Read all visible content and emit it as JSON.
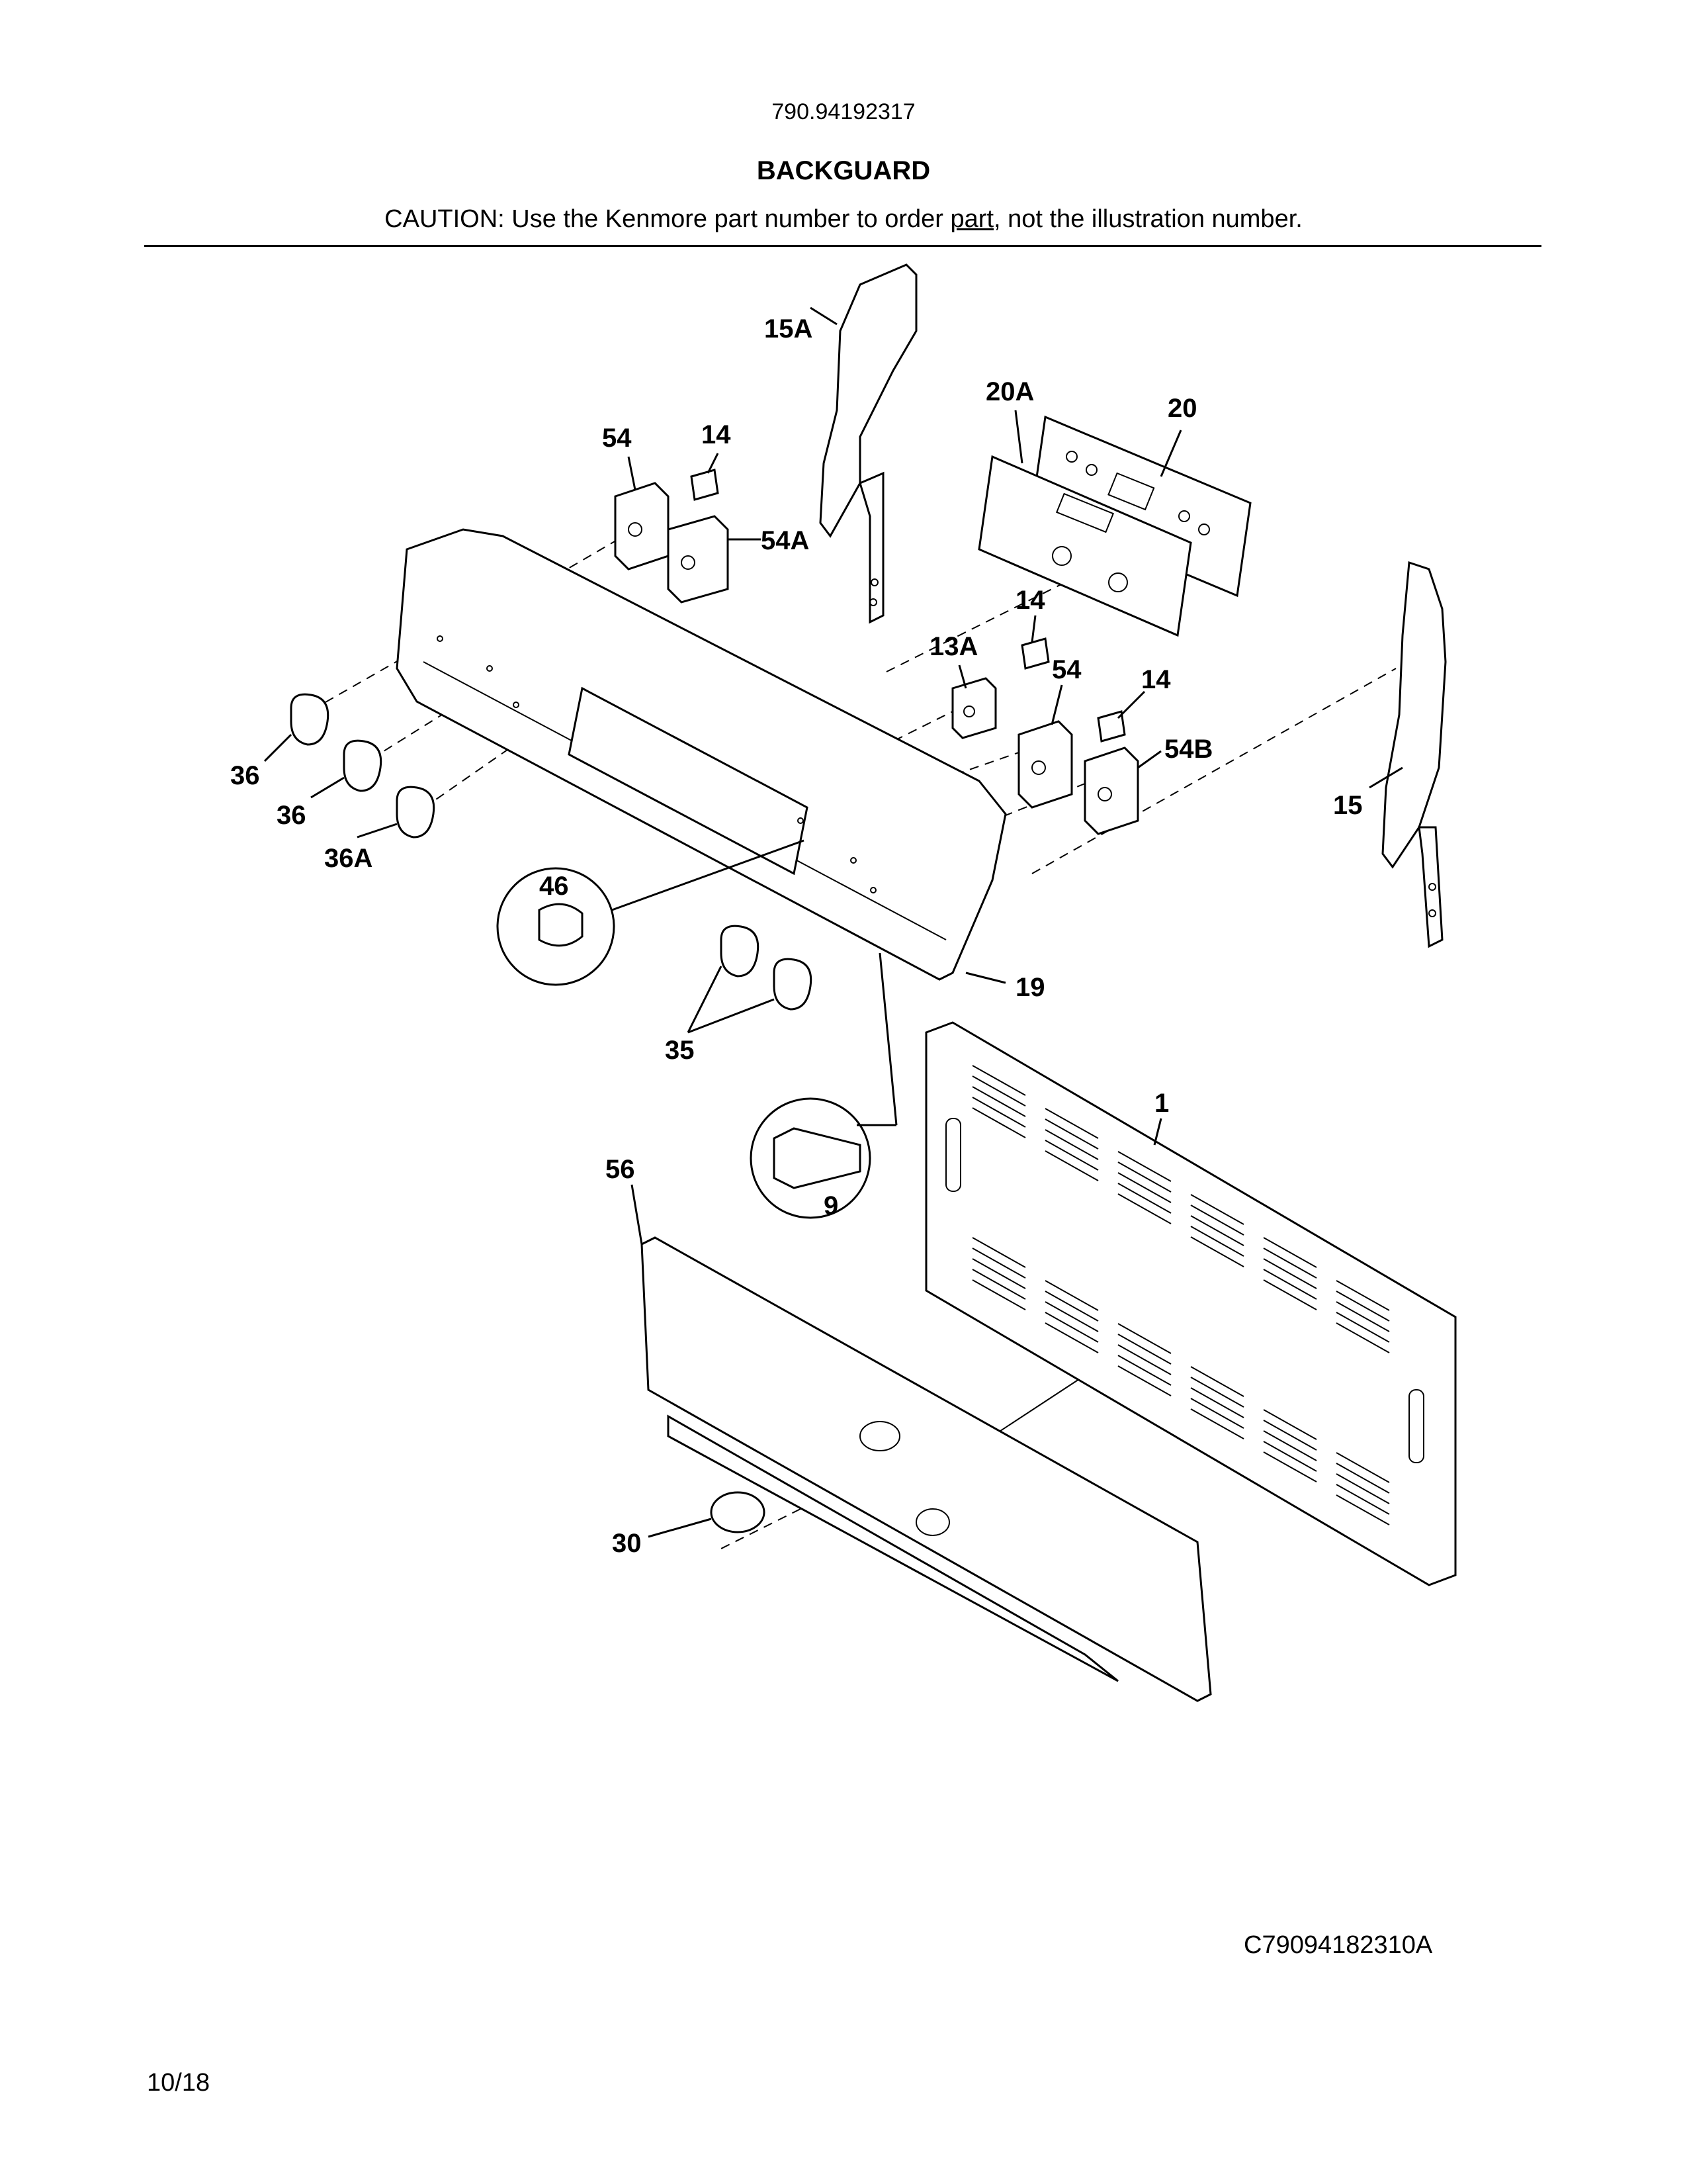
{
  "header": {
    "model_number": "790.94192317",
    "title": "BACKGUARD",
    "caution_before": "CAUTION: Use the Kenmore part number to order ",
    "caution_underlined": "part",
    "caution_after": ", not the illustration number."
  },
  "callouts": {
    "c15A": "15A",
    "c20A": "20A",
    "c20": "20",
    "c54_top": "54",
    "c14_top": "14",
    "c54A": "54A",
    "c14_mid": "14",
    "c13A": "13A",
    "c54_mid": "54",
    "c14_right": "14",
    "c54B": "54B",
    "c15": "15",
    "c36_a": "36",
    "c36_b": "36",
    "c36A": "36A",
    "c46": "46",
    "c19": "19",
    "c35": "35",
    "c1": "1",
    "c56": "56",
    "c9": "9",
    "c30": "30"
  },
  "footer": {
    "drawing_code": "C79094182310A",
    "page": "10/18"
  }
}
